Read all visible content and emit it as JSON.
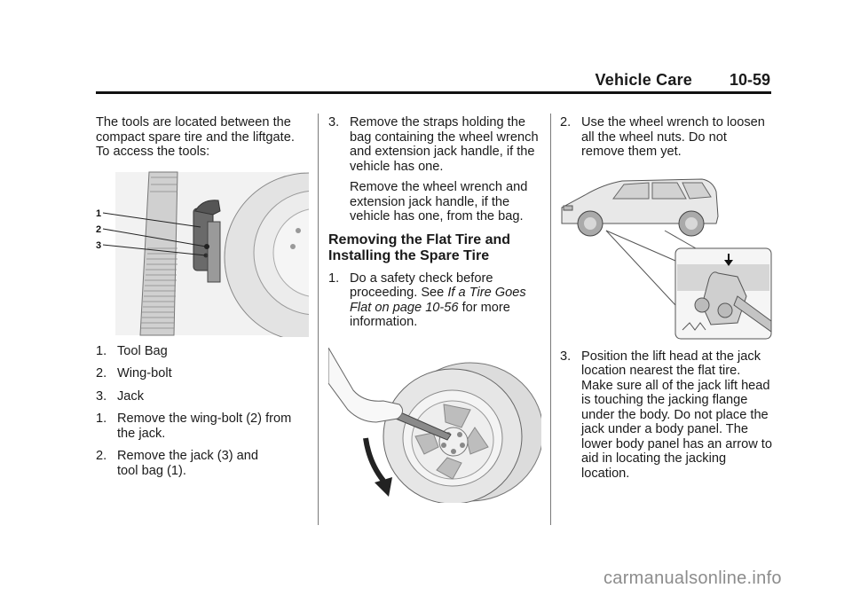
{
  "header": {
    "section_title": "Vehicle Care",
    "page_number": "10-59"
  },
  "column1": {
    "intro": "The tools are located between the compact spare tire and the liftgate. To access the tools:",
    "figure": {
      "callouts": [
        "1",
        "2",
        "3"
      ],
      "description": "Tool bag and jack mounted beside the compact spare tire"
    },
    "legend": [
      {
        "num": "1.",
        "text": "Tool Bag"
      },
      {
        "num": "2.",
        "text": "Wing-bolt"
      },
      {
        "num": "3.",
        "text": "Jack"
      }
    ],
    "steps": [
      {
        "num": "1.",
        "text": "Remove the wing-bolt (2) from the jack."
      },
      {
        "num": "2.",
        "text": "Remove the jack (3) and tool bag (1)."
      }
    ]
  },
  "column2": {
    "step3": {
      "num": "3.",
      "text": "Remove the straps holding the bag containing the wheel wrench and extension jack handle, if the vehicle has one."
    },
    "step3_sub": "Remove the wheel wrench and extension jack handle, if the vehicle has one, from the bag.",
    "heading": "Removing the Flat Tire and Installing the Spare Tire",
    "step1": {
      "num": "1.",
      "text_before": "Do a safety check before proceeding. See ",
      "link": "If a Tire Goes Flat on page 10-56",
      "text_after": " for more information."
    },
    "figure": {
      "description": "Hand turning wheel wrench counterclockwise on wheel nut"
    }
  },
  "column3": {
    "step2": {
      "num": "2.",
      "text": "Use the wheel wrench to loosen all the wheel nuts. Do not remove them yet."
    },
    "figure": {
      "description": "Vehicle side view with inset of jack lift head at jacking flange"
    },
    "step3": {
      "num": "3.",
      "text": "Position the lift head at the jack location nearest the flat tire. Make sure all of the jack lift head is touching the jacking flange under the body. Do not place the jack under a body panel. The lower body panel has an arrow to aid in locating the jacking location."
    }
  },
  "watermark": "carmanualsonline.info"
}
